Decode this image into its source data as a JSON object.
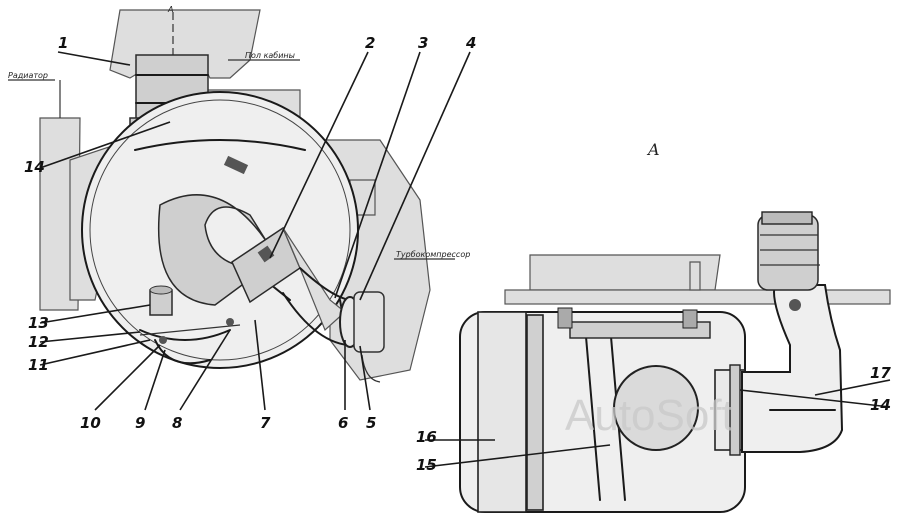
{
  "labels": {
    "cab_floor": "Пол кабины",
    "radiator": "Радиатор",
    "turbo": "Турбокомпрессор",
    "section_mark": "A",
    "view_title": "A"
  },
  "callouts": [
    "1",
    "2",
    "3",
    "4",
    "5",
    "6",
    "7",
    "8",
    "9",
    "10",
    "11",
    "12",
    "13",
    "14",
    "15",
    "16",
    "17",
    "14"
  ],
  "watermark": "AutoSoft"
}
